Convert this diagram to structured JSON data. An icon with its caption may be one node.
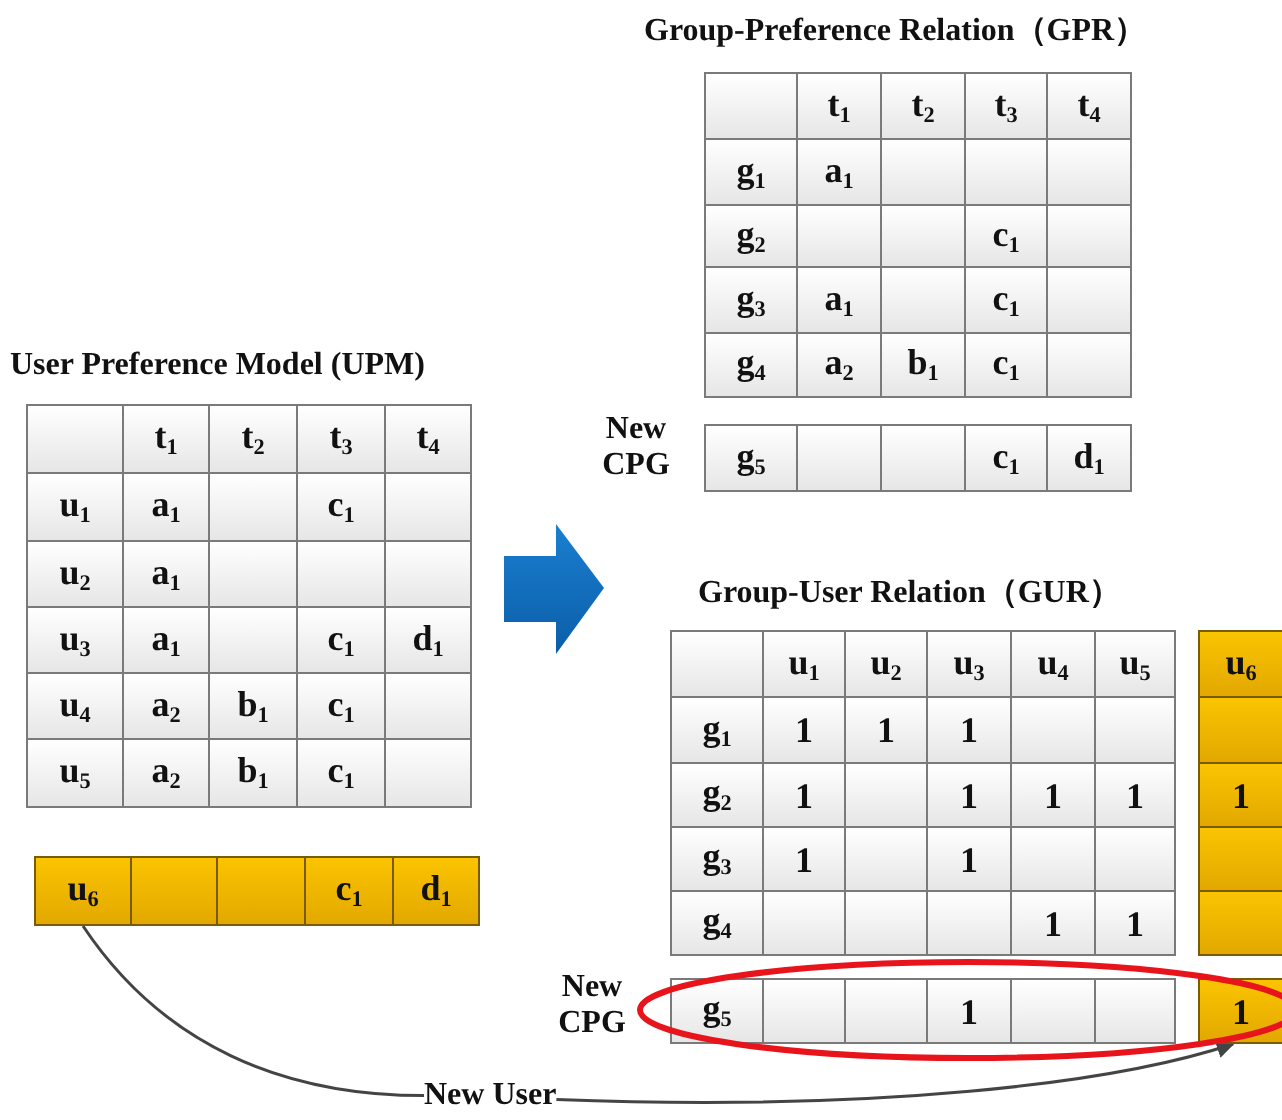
{
  "diagram": {
    "nodes": [
      {
        "text": [
          "u$_{6}$"
        ]
      },
      {
        "text": [
          "1"
        ]
      },
      {
        "text": [
          "New User"
        ]
      }
    ],
    "edges": [
      {
        "from": 0,
        "to": 2,
        "arrow": "none"
      },
      {
        "from": 2,
        "to": 1,
        "arrow": "to"
      }
    ],
    "labels": [
      "Group-Preference Relation（GPR）",
      "t$_{1}$",
      "t$_{2}$",
      "t$_{3}$",
      "t$_{4}$",
      "g$_{1}$",
      "a$_{1}$",
      "g$_{2}$",
      "c$_{1}$",
      "g$_{3}$",
      "a$_{1}$",
      "c$_{1}$",
      "g$_{4}$",
      "a$_{2}$",
      "b$_{1}$",
      "c$_{1}$",
      "New CPG",
      "g$_{5}$",
      "c$_{1}$",
      "d$_{1}$",
      "User Preference Model (UPM)",
      "t$_{1}$",
      "t$_{2}$",
      "t$_{3}$",
      "t$_{4}$",
      "u$_{1}$",
      "a$_{1}$",
      "c$_{1}$",
      "u$_{2}$",
      "a$_{1}$",
      "u$_{3}$",
      "a$_{1}$",
      "c$_{1}$",
      "d$_{1}$",
      "u$_{4}$",
      "a$_{2}$",
      "b$_{1}$",
      "c$_{1}$",
      "u$_{5}$",
      "a$_{2}$",
      "b$_{1}$",
      "c$_{1}$",
      "c$_{1}$",
      "d$_{1}$",
      "Group-User Relation（GUR）",
      "u$_{1}$",
      "u$_{2}$",
      "u$_{3}$",
      "u$_{4}$",
      "u$_{5}$",
      "g$_{1}$",
      "1",
      "1",
      "1",
      "g$_{2}$",
      "1",
      "1",
      "1",
      "1",
      "g$_{3}$",
      "1",
      "1",
      "g$_{4}$",
      "1",
      "1",
      "u$_{6}$",
      "1",
      "New CPG",
      "g$_{5}$",
      "1"
    ]
  }
}
